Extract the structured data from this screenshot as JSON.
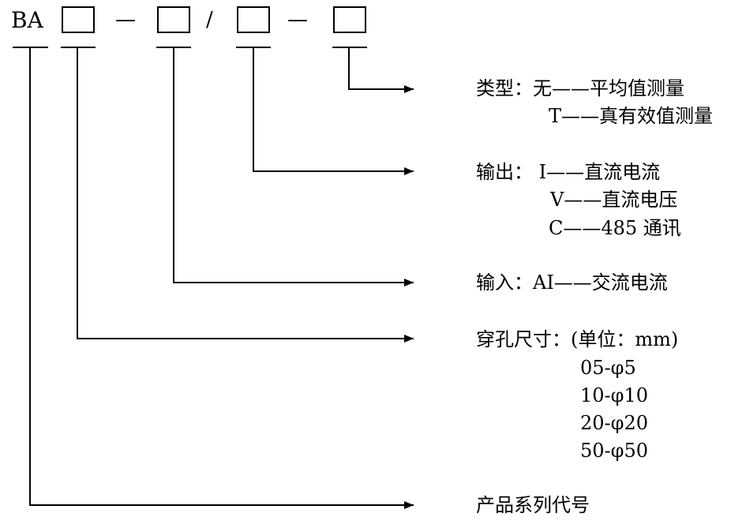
{
  "code": {
    "prefix": "BA",
    "sep1": "—",
    "sep2": "/",
    "sep3": "—"
  },
  "labels": {
    "type": {
      "line1": "类型：无——平均值测量",
      "line2": "T——真有效值测量"
    },
    "output": {
      "line1": "输出： I——直流电流",
      "line2": "V——直流电压",
      "line3": "C——485 通讯"
    },
    "input": {
      "line1": "输入：AI——交流电流"
    },
    "aperture": {
      "line1": "穿孔尺寸：(单位：mm)",
      "options": [
        "05-φ5",
        "10-φ10",
        "20-φ20",
        "50-φ50"
      ]
    },
    "series": {
      "line1": "产品系列代号"
    }
  }
}
